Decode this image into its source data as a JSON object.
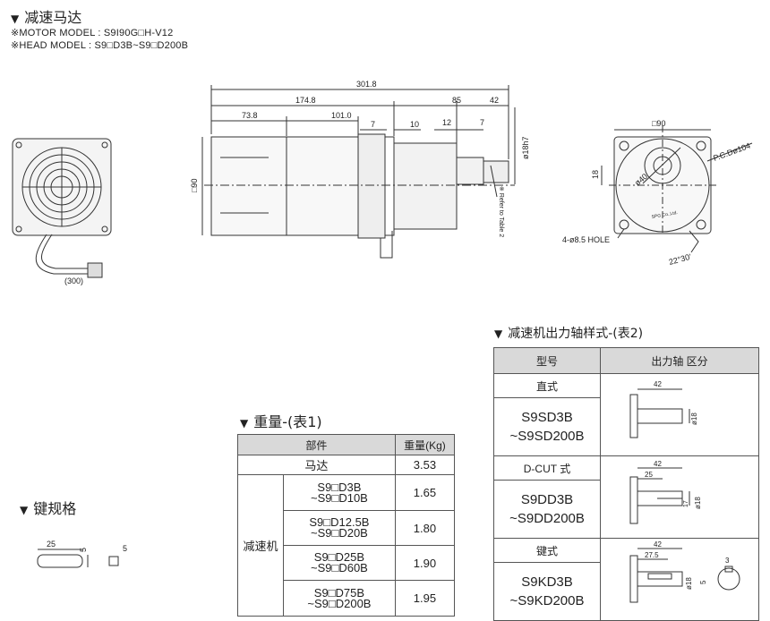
{
  "header": {
    "title": "减速马达",
    "motor_model": "※MOTOR MODEL : S9I90G□H-V12",
    "head_model": "※HEAD MODEL : S9□D3B~S9□D200B"
  },
  "dims": {
    "total": "301.8",
    "d174": "174.8",
    "d85": "85",
    "d42": "42",
    "d73": "73.8",
    "d101": "101.0",
    "d7a": "7",
    "d10": "10",
    "d12": "12",
    "d7b": "7",
    "sq90": "□90",
    "sq90b": "□90",
    "shaft_dia": "ø18h7",
    "refer": "※ Refer to Table 2",
    "d18": "18",
    "dia40": "ø40",
    "pcd": "P.C.Dø104",
    "holes": "4-ø8.5 HOLE",
    "angle": "22°30'",
    "cable": "(300)",
    "brand": "SPG Co.,Ltd."
  },
  "key": {
    "title": "键规格",
    "len": "25",
    "h": "5",
    "w": "5"
  },
  "weight_table": {
    "title": "重量-(表1)",
    "col_part": "部件",
    "col_weight": "重量(Kg)",
    "motor_label": "马达",
    "motor_value": "3.53",
    "gear_label": "减速机",
    "rows": [
      {
        "m1": "S9□D3B",
        "m2": "~S9□D10B",
        "w": "1.65"
      },
      {
        "m1": "S9□D12.5B",
        "m2": "~S9□D20B",
        "w": "1.80"
      },
      {
        "m1": "S9□D25B",
        "m2": "~S9□D60B",
        "w": "1.90"
      },
      {
        "m1": "S9□D75B",
        "m2": "~S9□D200B",
        "w": "1.95"
      }
    ]
  },
  "shaft_table": {
    "title": "减速机出力轴样式-(表2)",
    "col_model": "型号",
    "col_shaft": "出力轴 区分",
    "rows": [
      {
        "type": "直式",
        "m1": "S9SD3B",
        "m2": "~S9SD200B",
        "d42": "42",
        "d18": "ø18"
      },
      {
        "type": "D-CUT 式",
        "m1": "S9DD3B",
        "m2": "~S9DD200B",
        "d42": "42",
        "d25": "25",
        "d17": "17",
        "d18": "ø18"
      },
      {
        "type": "键式",
        "m1": "S9KD3B",
        "m2": "~S9KD200B",
        "d42": "42",
        "d27": "27.5",
        "d18": "ø18",
        "d5": "5",
        "d3": "3"
      }
    ]
  }
}
